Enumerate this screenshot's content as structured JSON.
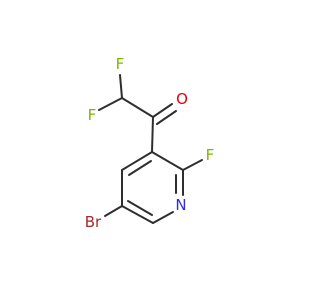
{
  "molecule": {
    "atoms": {
      "F1": {
        "label": "F",
        "color": "#7ab800"
      },
      "F2": {
        "label": "F",
        "color": "#7ab800"
      },
      "O": {
        "label": "O",
        "color": "#e8000b"
      },
      "F3": {
        "label": "F",
        "color": "#7ab800"
      },
      "N": {
        "label": "N",
        "color": "#2f2fdf"
      },
      "Br": {
        "label": "Br",
        "color": "#a52a2a"
      }
    },
    "bond_color": "#2e2e2e"
  }
}
